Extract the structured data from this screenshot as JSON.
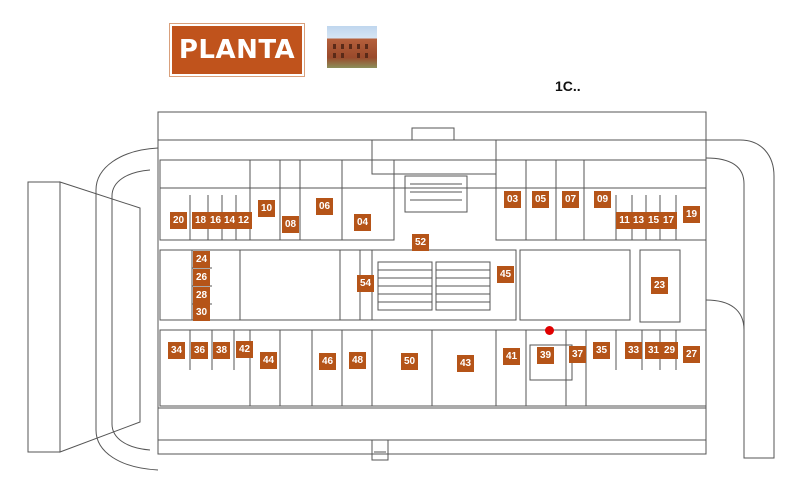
{
  "title": "PLANTA 1",
  "location_label": "1C..",
  "colors": {
    "label_bg": "#c0531c",
    "room_tag": "#b55418",
    "marker": "#e00000",
    "walls": "#555555"
  },
  "icons": {
    "building_photo": "building-photo",
    "marker": "you-are-here-dot"
  },
  "rooms": [
    "20",
    "18",
    "16",
    "14",
    "12",
    "10",
    "08",
    "06",
    "04",
    "03",
    "05",
    "07",
    "09",
    "11",
    "13",
    "15",
    "17",
    "19",
    "52",
    "45",
    "54",
    "24",
    "26",
    "28",
    "30",
    "23",
    "34",
    "36",
    "38",
    "42",
    "44",
    "46",
    "48",
    "50",
    "43",
    "41",
    "39",
    "37",
    "35",
    "33",
    "31",
    "29",
    "27"
  ]
}
